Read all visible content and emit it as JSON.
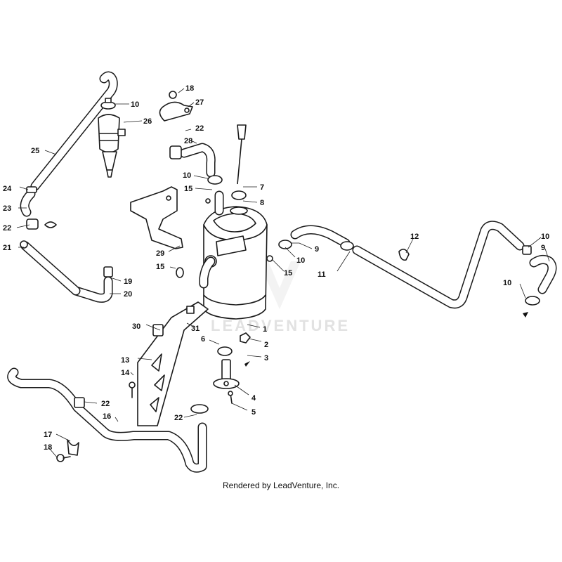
{
  "diagram": {
    "credit": "Rendered by LeadVenture, Inc.",
    "watermark": "LEADVENTURE",
    "callouts": {
      "c1": "1",
      "c2": "2",
      "c3": "3",
      "c4": "4",
      "c5": "5",
      "c6": "6",
      "c7": "7",
      "c8": "8",
      "c9a": "9",
      "c9b": "9",
      "c10a": "10",
      "c10b": "10",
      "c10c": "10",
      "c10d": "10",
      "c10e": "10",
      "c11": "11",
      "c12": "12",
      "c13": "13",
      "c14": "14",
      "c15a": "15",
      "c15b": "15",
      "c15c": "15",
      "c16": "16",
      "c17": "17",
      "c18a": "18",
      "c18b": "18",
      "c19": "19",
      "c20": "20",
      "c21": "21",
      "c22a": "22",
      "c22b": "22",
      "c22c": "22",
      "c22d": "22",
      "c23": "23",
      "c24": "24",
      "c25": "25",
      "c26": "26",
      "c27": "27",
      "c28": "28",
      "c29": "29",
      "c30": "30",
      "c31": "31"
    }
  }
}
